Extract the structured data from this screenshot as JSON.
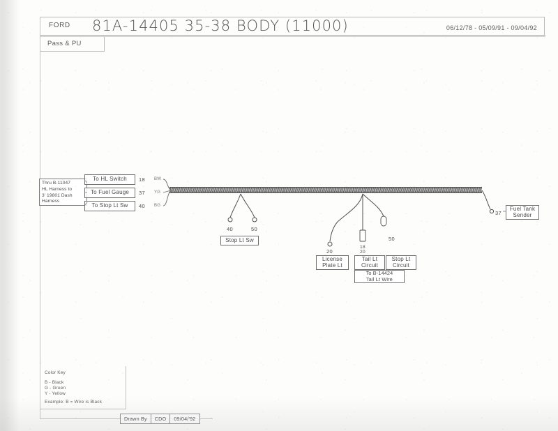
{
  "title_block": {
    "brand": "FORD",
    "drawing_title": "81A-14405  35-38 BODY  (11000)",
    "dates": "06/12/78 - 05/09/91 - 09/04/92",
    "subtitle": "Pass & PU"
  },
  "diagram": {
    "left_note": "Thru B-11047\nHL Harness to\n3' 19801 Dash\nHarness",
    "branches": [
      {
        "label": "To HL Switch",
        "wire": "18",
        "color_code": "BW"
      },
      {
        "label": "To Fuel Gauge",
        "wire": "37",
        "color_code": "YG"
      },
      {
        "label": "To Stop Lt Sw",
        "wire": "40",
        "color_code": "BG"
      }
    ],
    "stop_lt_switch": {
      "box_label": "Stop Lt Sw",
      "wire_left": "40",
      "wire_right": "50"
    },
    "license_plate": {
      "box_label": "License\nPlate Lt",
      "wire": "20"
    },
    "tail_lt_circuit": {
      "box_label": "Tail Lt\nCircuit",
      "wire_top": "18",
      "wire_bottom": "20"
    },
    "stop_lt_circuit": {
      "box_label": "Stop Lt\nCircuit",
      "wire": "50"
    },
    "tail_lt_wire_note": "To B-14424\nTail Lt Wire",
    "fuel_tank_sender": {
      "box_label": "Fuel Tank\nSender",
      "wire": "37"
    }
  },
  "color_key": {
    "title": "Color Key",
    "rows": [
      "B - Black",
      "G - Green",
      "Y - Yellow"
    ],
    "example": "Example: B = Wire is Black"
  },
  "drawn_by": {
    "label": "Drawn By",
    "initials": "CDO",
    "date": "09/04/'92"
  },
  "colors": {
    "ink": "#4a4a4a",
    "paper": "#fdfdfc",
    "frame": "#b9b9b9"
  }
}
